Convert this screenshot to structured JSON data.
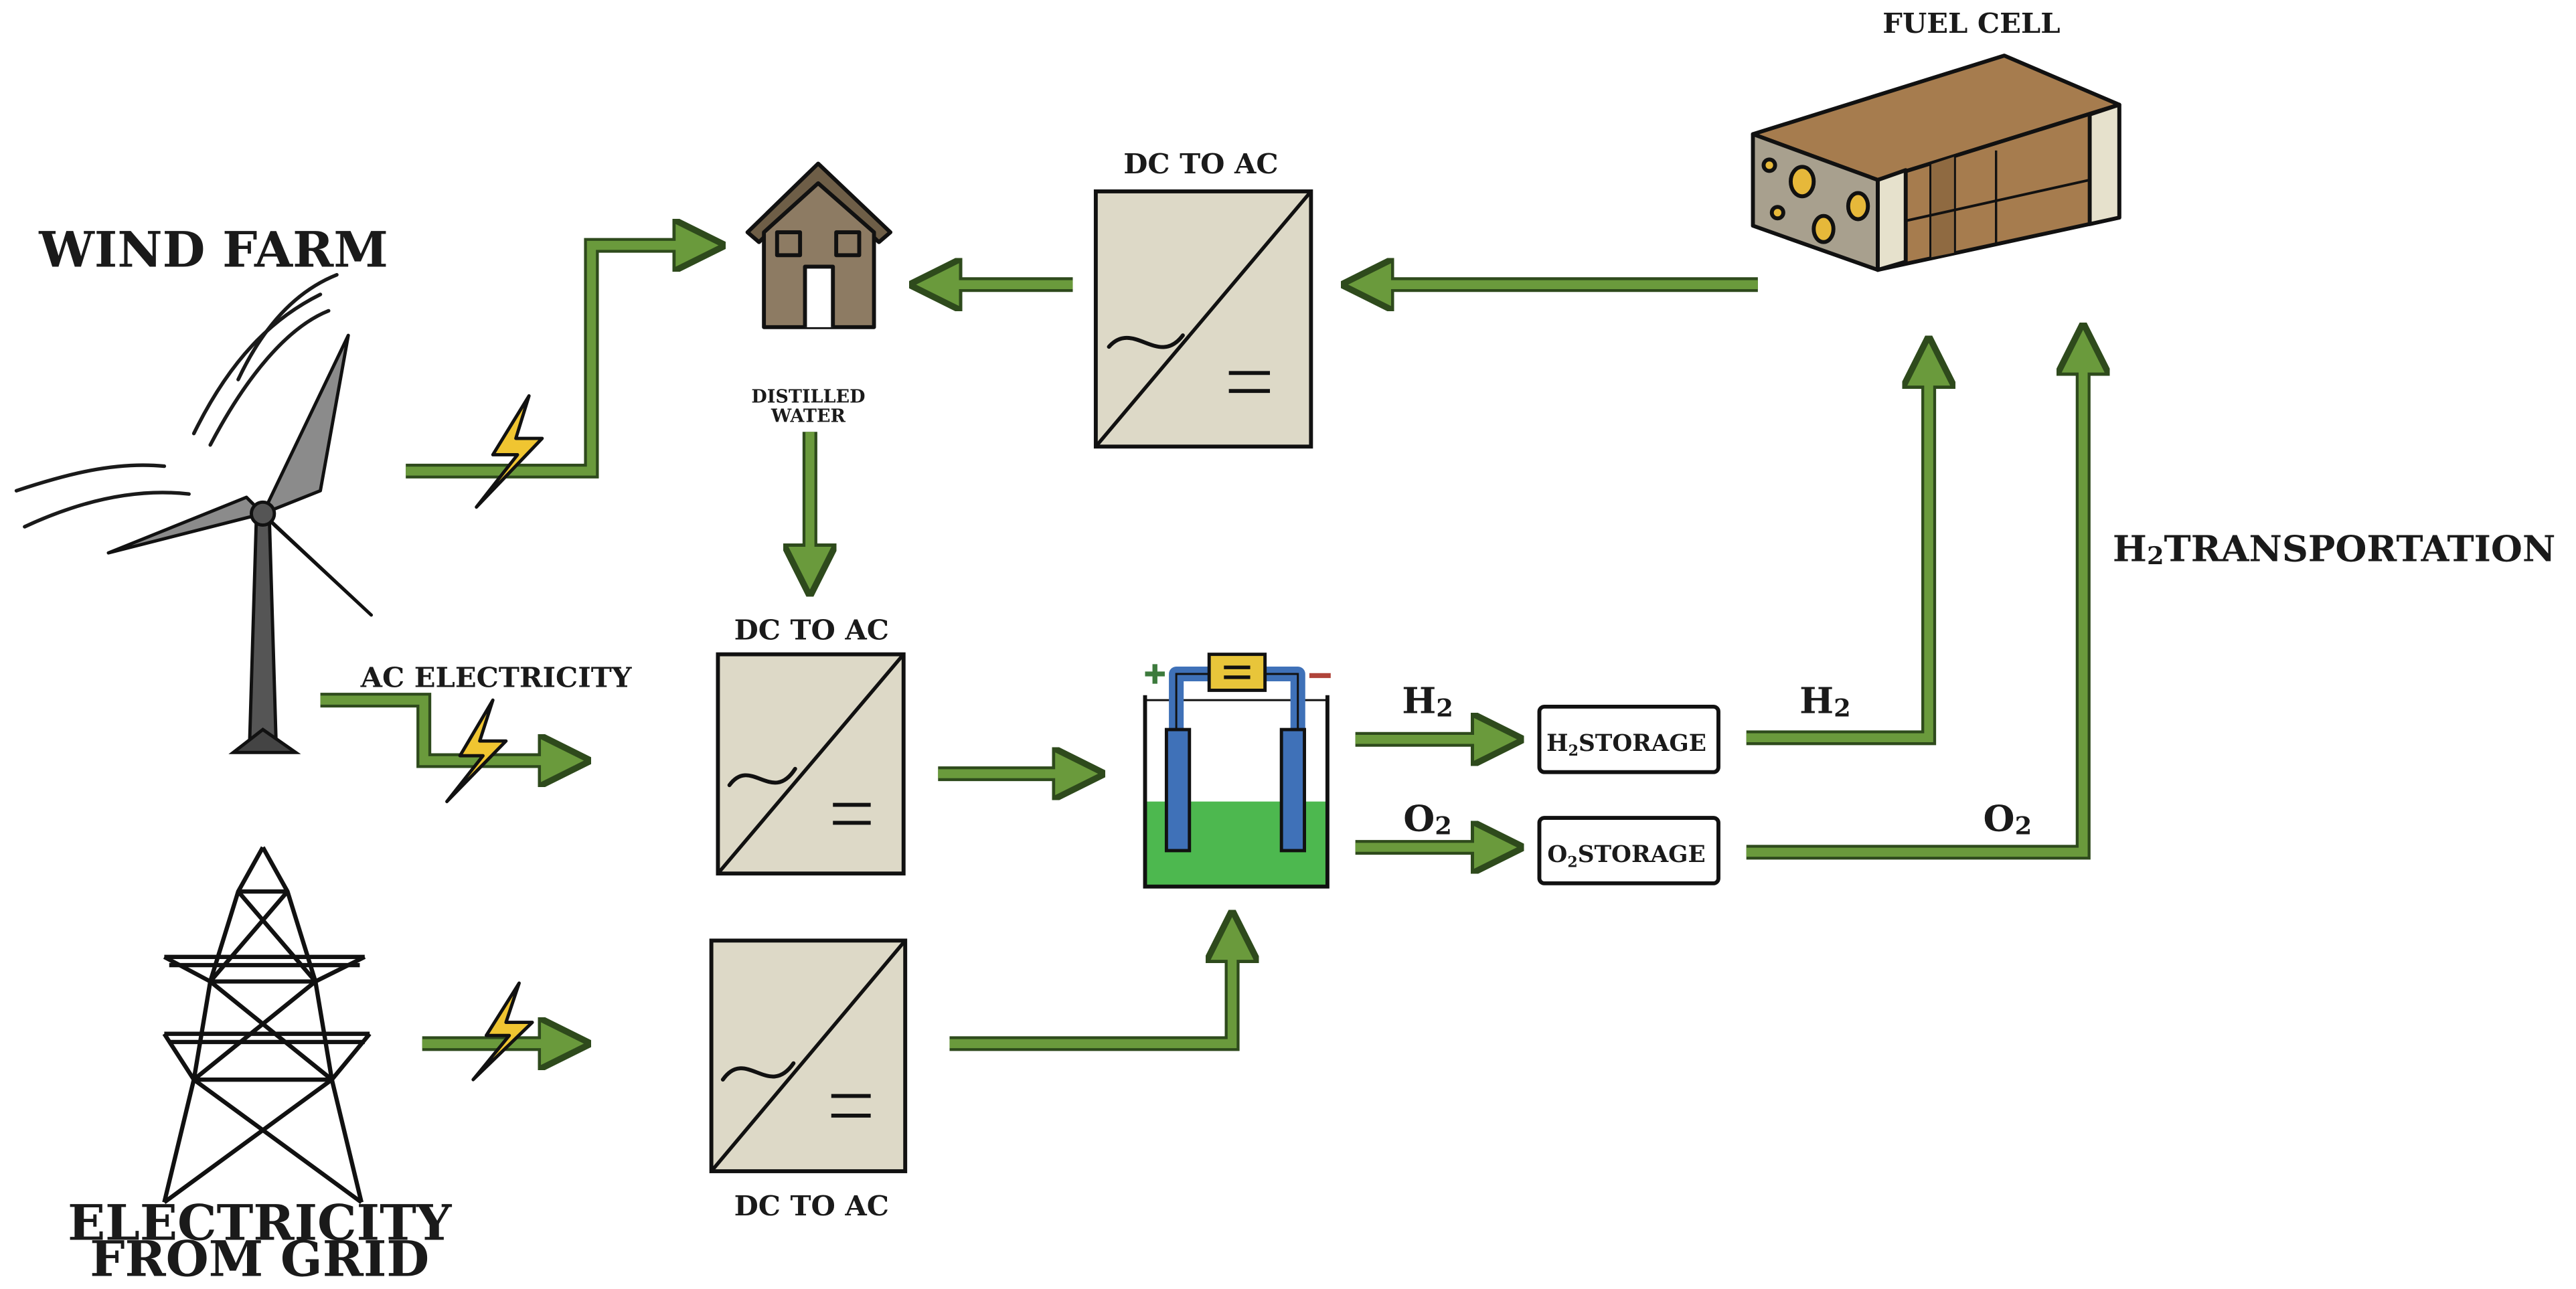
{
  "labels": {
    "wind_farm": "WIND FARM",
    "ac_electricity": "AC ELECTRICITY",
    "electricity_from_grid_line1": "ELECTRICITY",
    "electricity_from_grid_line2": "FROM GRID",
    "distilled_water_line1": "DISTILLED",
    "distilled_water_line2": "WATER",
    "converter_top": "DC TO  AC",
    "converter_mid": "DC TO  AC",
    "converter_bottom": "DC TO  AC",
    "fuel_cell": "FUEL CELL",
    "h2_out": "H",
    "o2_out": "O",
    "h2_storage": "STORAGE",
    "o2_storage": "STORAGE",
    "h2_to_cell": "H",
    "o2_to_cell": "O",
    "h2_transport": "TRANSPORTATION",
    "h_letter": "H",
    "o_letter": "O",
    "subscript_2": "2"
  },
  "colors": {
    "arrow_fill": "#6a9a3c",
    "arrow_stroke": "#2e4a1c",
    "converter_fill": "#ddd9c7",
    "house_fill": "#8d7b63",
    "bolt_fill": "#f0c531",
    "electrolyte": "#4db84f",
    "electrode": "#3f71b8",
    "fuel_cell_brown": "#a67c4e",
    "fuel_cell_grey": "#a8a08e",
    "turbine_grey": "#8b8b8b",
    "plus_sign": "#3c7a3c",
    "minus_sign": "#b0443a"
  }
}
